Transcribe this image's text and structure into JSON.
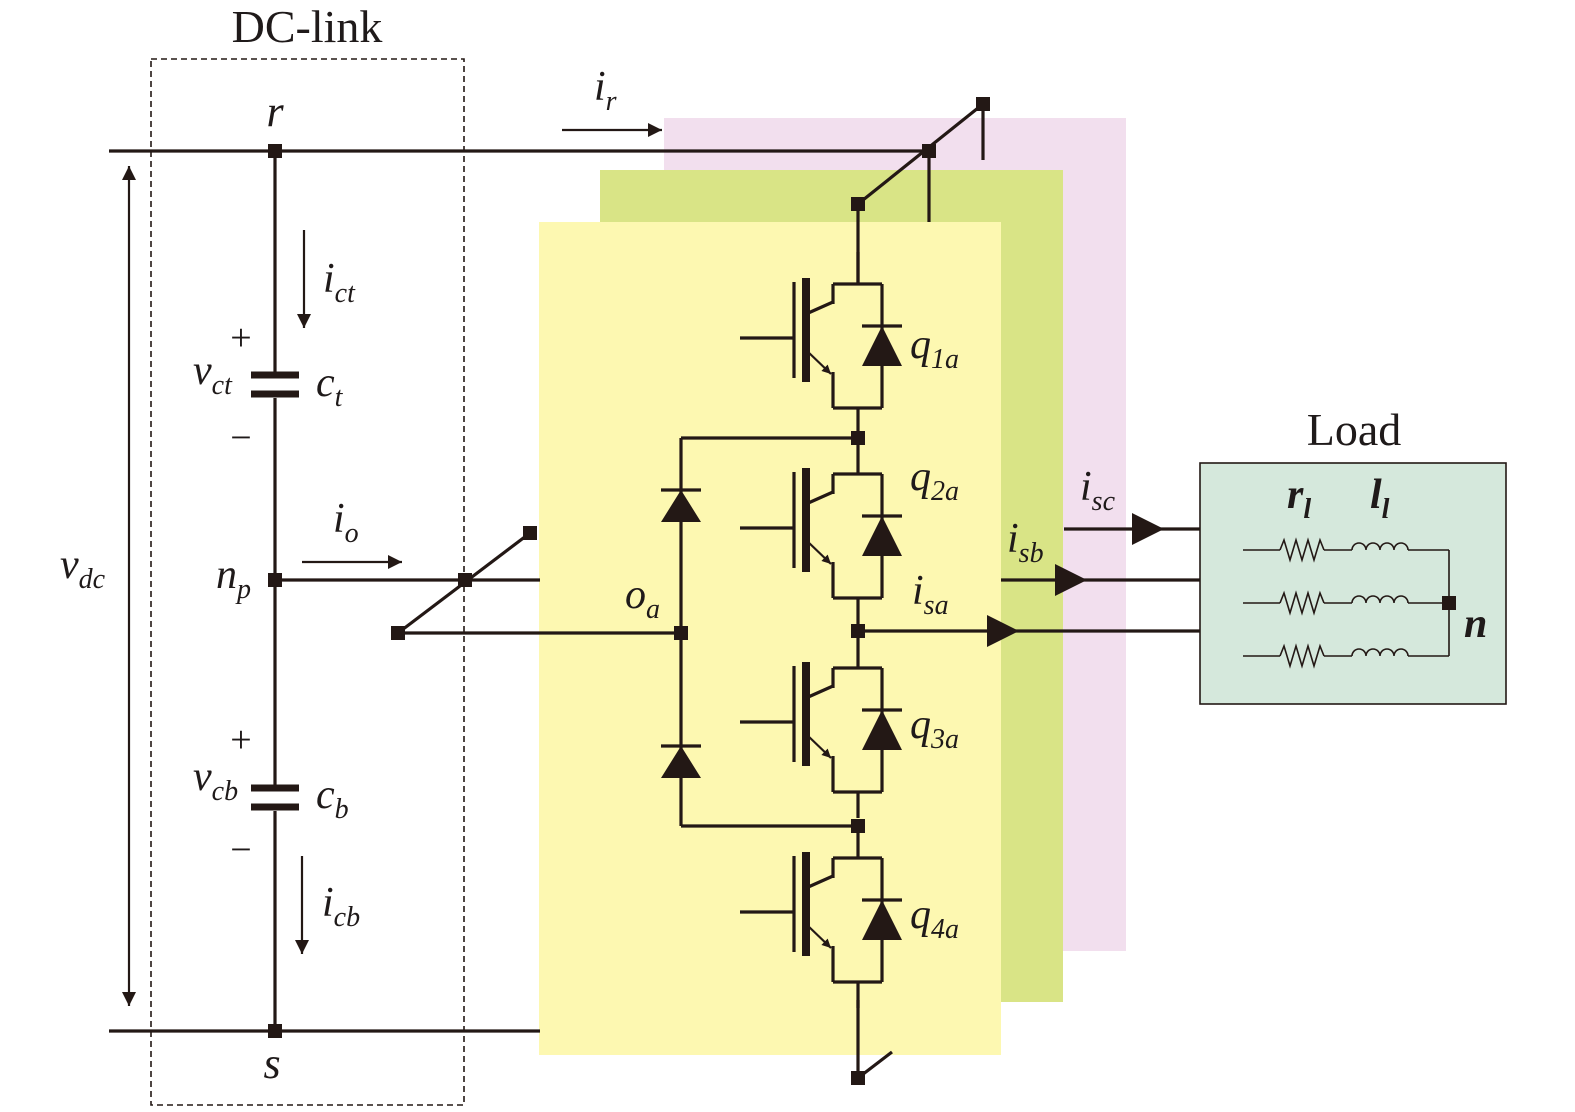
{
  "dclink": {
    "title": "DC-link",
    "node_r": "r",
    "node_s": "s",
    "node_np": "n",
    "node_np_sub": "p",
    "vdc": "v",
    "vdc_sub": "dc",
    "ct": "c",
    "ct_sub": "t",
    "cb": "c",
    "cb_sub": "b",
    "vct": "v",
    "vct_sub": "ct",
    "vcb": "v",
    "vcb_sub": "cb",
    "ict": "i",
    "ict_sub": "ct",
    "icb": "i",
    "icb_sub": "cb",
    "io": "i",
    "io_sub": "o",
    "plus": "+",
    "minus": "−"
  },
  "inverter": {
    "ir": "i",
    "ir_sub": "r",
    "oa": "o",
    "oa_sub": "a",
    "q1": "q",
    "q1_sub": "1a",
    "q2": "q",
    "q2_sub": "2a",
    "q3": "q",
    "q3_sub": "3a",
    "q4": "q",
    "q4_sub": "4a",
    "isa": "i",
    "isa_sub": "sa",
    "isb": "i",
    "isb_sub": "sb",
    "isc": "i",
    "isc_sub": "sc",
    "colors": {
      "phase_a": "#fdf8b1",
      "phase_b": "#d9e486",
      "phase_c": "#f2dfee"
    }
  },
  "load": {
    "title": "Load",
    "rl": "r",
    "rl_sub": "l",
    "ll": "l",
    "ll_sub": "l",
    "n": "n",
    "color": "#d5e8dc"
  }
}
